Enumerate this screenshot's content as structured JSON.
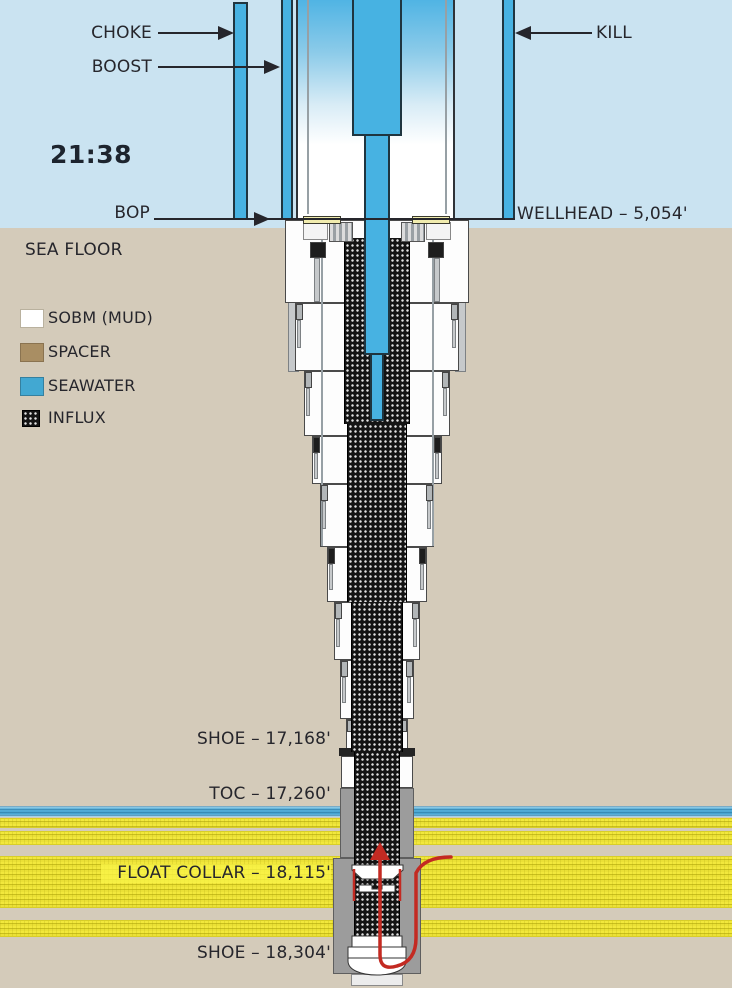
{
  "title_time": "21:38",
  "callouts": {
    "choke": "CHOKE",
    "boost": "BOOST",
    "kill": "KILL",
    "bop": "BOP"
  },
  "depth_labels": {
    "wellhead": "WELLHEAD – 5,054'",
    "shoe_upper": "SHOE – 17,168'",
    "toc": "TOC – 17,260'",
    "float_collar": "FLOAT COLLAR – 18,115'",
    "shoe_lower": "SHOE – 18,304'"
  },
  "environment": {
    "sea_floor": "SEA FLOOR"
  },
  "legend": {
    "items": [
      {
        "label": "SOBM (MUD)",
        "color": "#ffffff"
      },
      {
        "label": "SPACER",
        "color": "#a98e63"
      },
      {
        "label": "SEAWATER",
        "color": "#42a8d2"
      },
      {
        "label": "INFLUX",
        "color": "#141414"
      }
    ]
  },
  "colors": {
    "sea": "#cae3f1",
    "seabed_tan": "#d4cbba",
    "pipe_blue": "#47b2e2",
    "reservoir_yellow": "#f2e83c",
    "aquifer_blue": "#46a4d0",
    "cement_gray": "#9c9c9c",
    "influx_black": "#141414",
    "mud_white": "#fdfdfd",
    "flow_red": "#c32a22"
  }
}
